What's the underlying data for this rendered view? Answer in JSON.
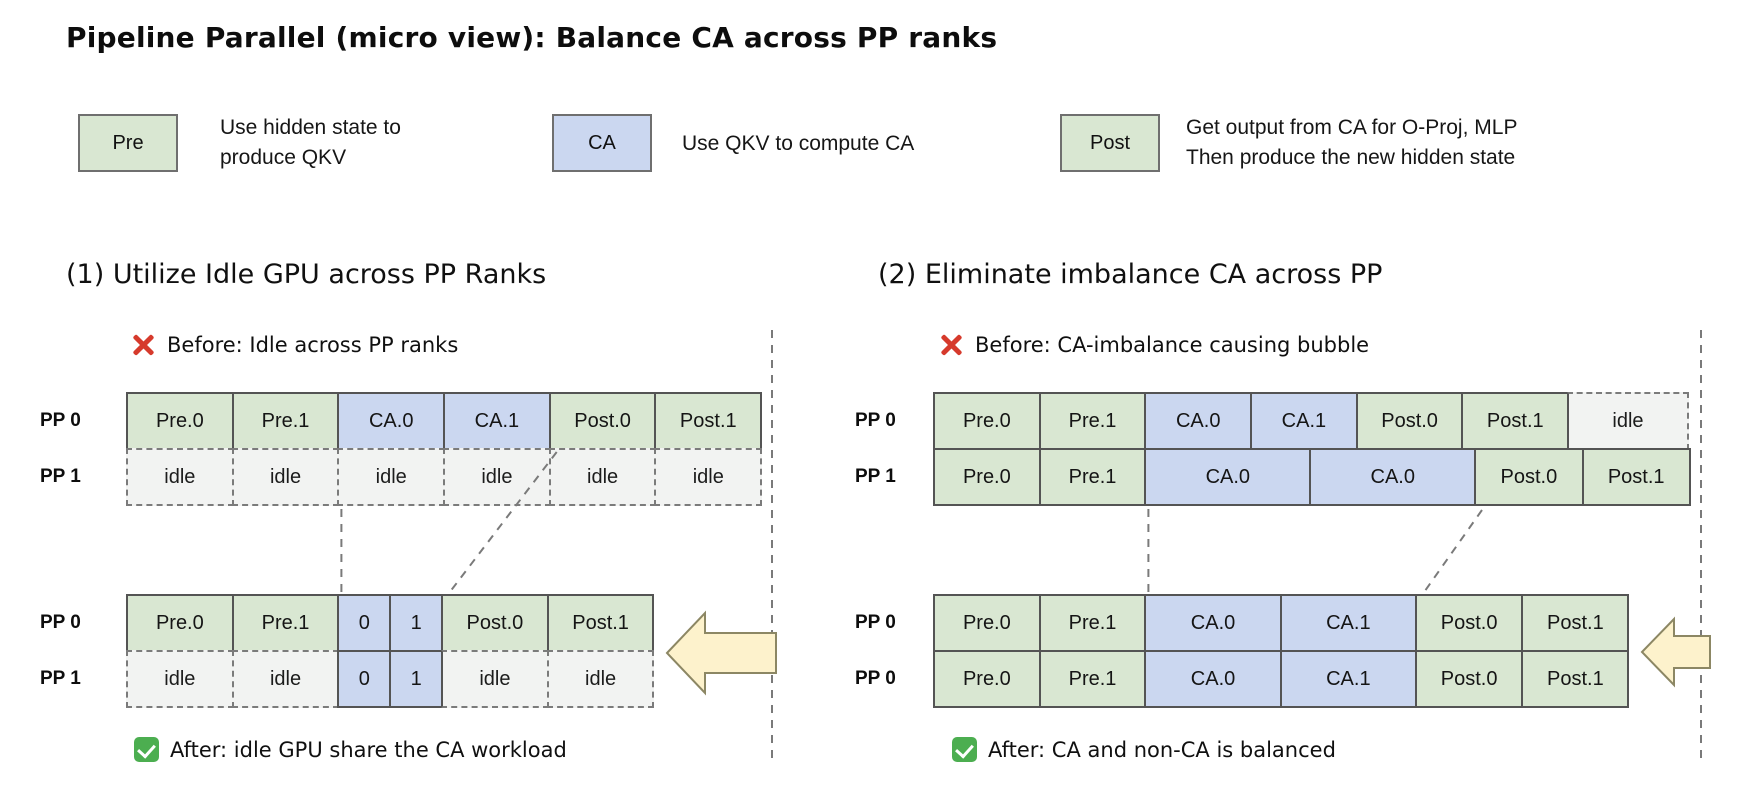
{
  "title": "Pipeline Parallel (micro view): Balance CA across PP ranks",
  "legend": {
    "items": [
      {
        "label": "Pre",
        "type": "pre",
        "desc_lines": [
          "Use hidden state to",
          "produce QKV"
        ]
      },
      {
        "label": "CA",
        "type": "ca",
        "desc_lines": [
          "Use QKV to compute CA"
        ]
      },
      {
        "label": "Post",
        "type": "post",
        "desc_lines": [
          "Get output from CA for O-Proj, MLP",
          "Then produce the new hidden state"
        ]
      }
    ]
  },
  "colors": {
    "pre_post_fill": "#d9e7d2",
    "ca_fill": "#cbd7f0",
    "idle_fill": "#f2f3f2",
    "cell_border": "#545454",
    "dashed_line": "#7a7a7a",
    "arrow_fill": "#fdf2cc",
    "arrow_stroke": "#8c8764",
    "x_red": "#d63a2c",
    "check_green": "#4cae50"
  },
  "sections": [
    {
      "title": "(1) Utilize Idle GPU across PP Ranks",
      "before_label": "Before: Idle across PP ranks",
      "after_label": "After: idle GPU share the CA workload",
      "before_rows": [
        {
          "label": "PP 0",
          "cells": [
            {
              "t": "Pre.0",
              "k": "pre",
              "w": 1
            },
            {
              "t": "Pre.1",
              "k": "pre",
              "w": 1
            },
            {
              "t": "CA.0",
              "k": "ca",
              "w": 1
            },
            {
              "t": "CA.1",
              "k": "ca",
              "w": 1
            },
            {
              "t": "Post.0",
              "k": "post",
              "w": 1
            },
            {
              "t": "Post.1",
              "k": "post",
              "w": 1
            }
          ]
        },
        {
          "label": "PP 1",
          "cells": [
            {
              "t": "idle",
              "k": "idle",
              "w": 1
            },
            {
              "t": "idle",
              "k": "idle",
              "w": 1
            },
            {
              "t": "idle",
              "k": "idle",
              "w": 1
            },
            {
              "t": "idle",
              "k": "idle",
              "w": 1
            },
            {
              "t": "idle",
              "k": "idle",
              "w": 1
            },
            {
              "t": "idle",
              "k": "idle",
              "w": 1
            }
          ]
        }
      ],
      "after_rows": [
        {
          "label": "PP 0",
          "cells": [
            {
              "t": "Pre.0",
              "k": "pre",
              "w": 1
            },
            {
              "t": "Pre.1",
              "k": "pre",
              "w": 1
            },
            {
              "t": "0",
              "k": "ca",
              "w": 0.5
            },
            {
              "t": "1",
              "k": "ca",
              "w": 0.5
            },
            {
              "t": "Post.0",
              "k": "post",
              "w": 1
            },
            {
              "t": "Post.1",
              "k": "post",
              "w": 1
            }
          ]
        },
        {
          "label": "PP 1",
          "cells": [
            {
              "t": "idle",
              "k": "idle",
              "w": 1
            },
            {
              "t": "idle",
              "k": "idle",
              "w": 1
            },
            {
              "t": "0",
              "k": "ca",
              "w": 0.5
            },
            {
              "t": "1",
              "k": "ca",
              "w": 0.5
            },
            {
              "t": "idle",
              "k": "idle",
              "w": 1
            },
            {
              "t": "idle",
              "k": "idle",
              "w": 1
            }
          ]
        }
      ]
    },
    {
      "title": "(2) Eliminate imbalance CA across PP",
      "before_label": "Before: CA-imbalance causing bubble",
      "after_label": "After: CA and non-CA is balanced",
      "before_rows": [
        {
          "label": "PP 0",
          "cells": [
            {
              "t": "Pre.0",
              "k": "pre",
              "w": 1
            },
            {
              "t": "Pre.1",
              "k": "pre",
              "w": 1
            },
            {
              "t": "CA.0",
              "k": "ca",
              "w": 1
            },
            {
              "t": "CA.1",
              "k": "ca",
              "w": 1
            },
            {
              "t": "Post.0",
              "k": "post",
              "w": 1
            },
            {
              "t": "Post.1",
              "k": "post",
              "w": 1
            },
            {
              "t": "idle",
              "k": "idle",
              "w": 1.13
            }
          ]
        },
        {
          "label": "PP 1",
          "cells": [
            {
              "t": "Pre.0",
              "k": "pre",
              "w": 1
            },
            {
              "t": "Pre.1",
              "k": "pre",
              "w": 1
            },
            {
              "t": "CA.0",
              "k": "ca",
              "w": 1.55
            },
            {
              "t": "CA.0",
              "k": "ca",
              "w": 1.55
            },
            {
              "t": "Post.0",
              "k": "post",
              "w": 1.015
            },
            {
              "t": "Post.1",
              "k": "post",
              "w": 1.015
            }
          ]
        }
      ],
      "after_rows": [
        {
          "label": "PP 0",
          "cells": [
            {
              "t": "Pre.0",
              "k": "pre",
              "w": 1
            },
            {
              "t": "Pre.1",
              "k": "pre",
              "w": 1
            },
            {
              "t": "CA.0",
              "k": "ca",
              "w": 1.275
            },
            {
              "t": "CA.1",
              "k": "ca",
              "w": 1.275
            },
            {
              "t": "Post.0",
              "k": "post",
              "w": 1.005
            },
            {
              "t": "Post.1",
              "k": "post",
              "w": 1.005
            }
          ]
        },
        {
          "label": "PP 0",
          "cells": [
            {
              "t": "Pre.0",
              "k": "pre",
              "w": 1
            },
            {
              "t": "Pre.1",
              "k": "pre",
              "w": 1
            },
            {
              "t": "CA.0",
              "k": "ca",
              "w": 1.275
            },
            {
              "t": "CA.1",
              "k": "ca",
              "w": 1.275
            },
            {
              "t": "Post.0",
              "k": "post",
              "w": 1.005
            },
            {
              "t": "Post.1",
              "k": "post",
              "w": 1.005
            }
          ]
        }
      ]
    }
  ]
}
